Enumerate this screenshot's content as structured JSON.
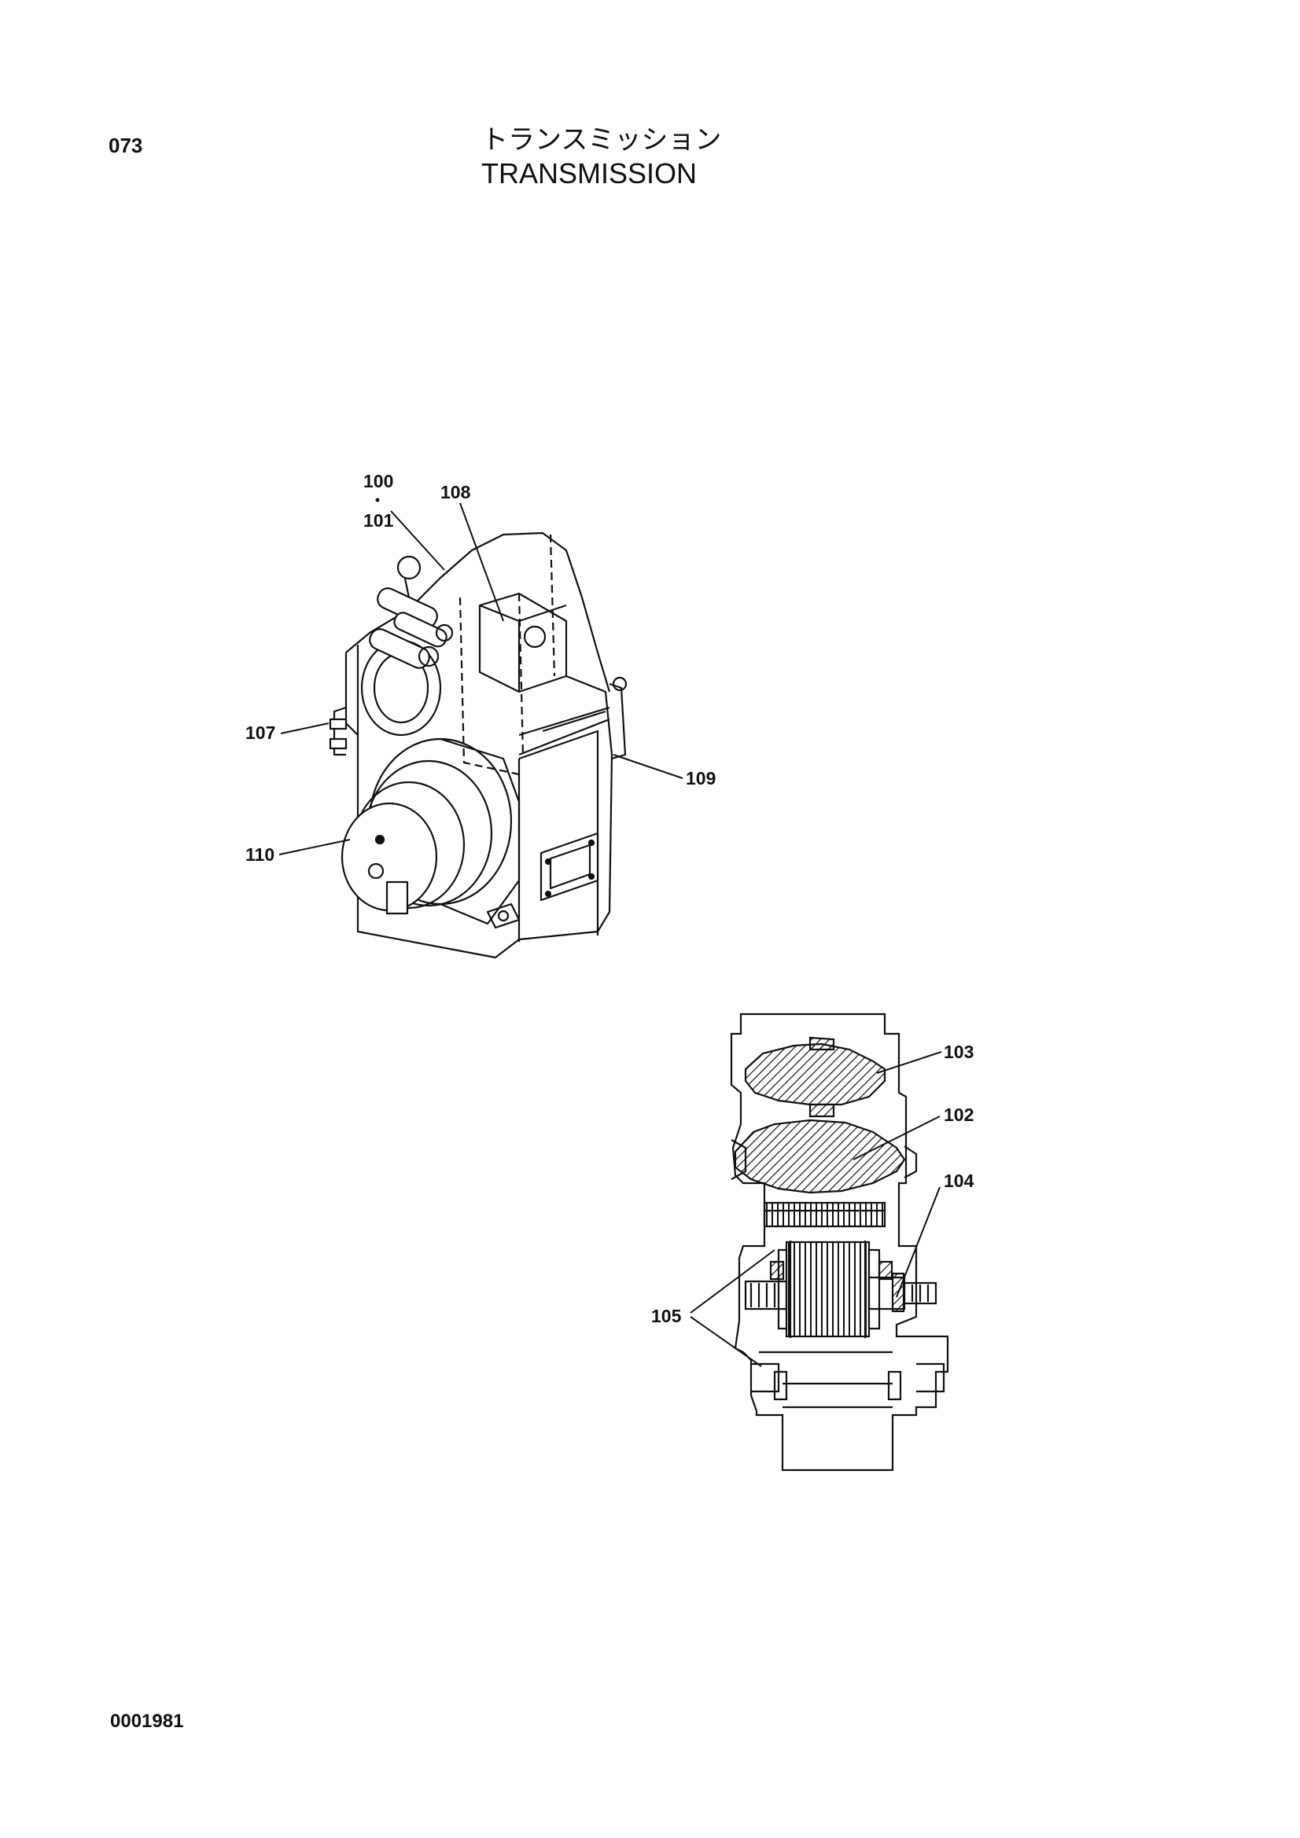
{
  "header": {
    "page_code": "073",
    "title_japanese": "トランスミッション",
    "title_english": "TRANSMISSION"
  },
  "footer": {
    "document_code": "0001981"
  },
  "callouts": {
    "c100": "100",
    "c101": "101",
    "c108": "108",
    "c107": "107",
    "c109": "109",
    "c110": "110",
    "c103": "103",
    "c102": "102",
    "c104": "104",
    "c105": "105"
  }
}
